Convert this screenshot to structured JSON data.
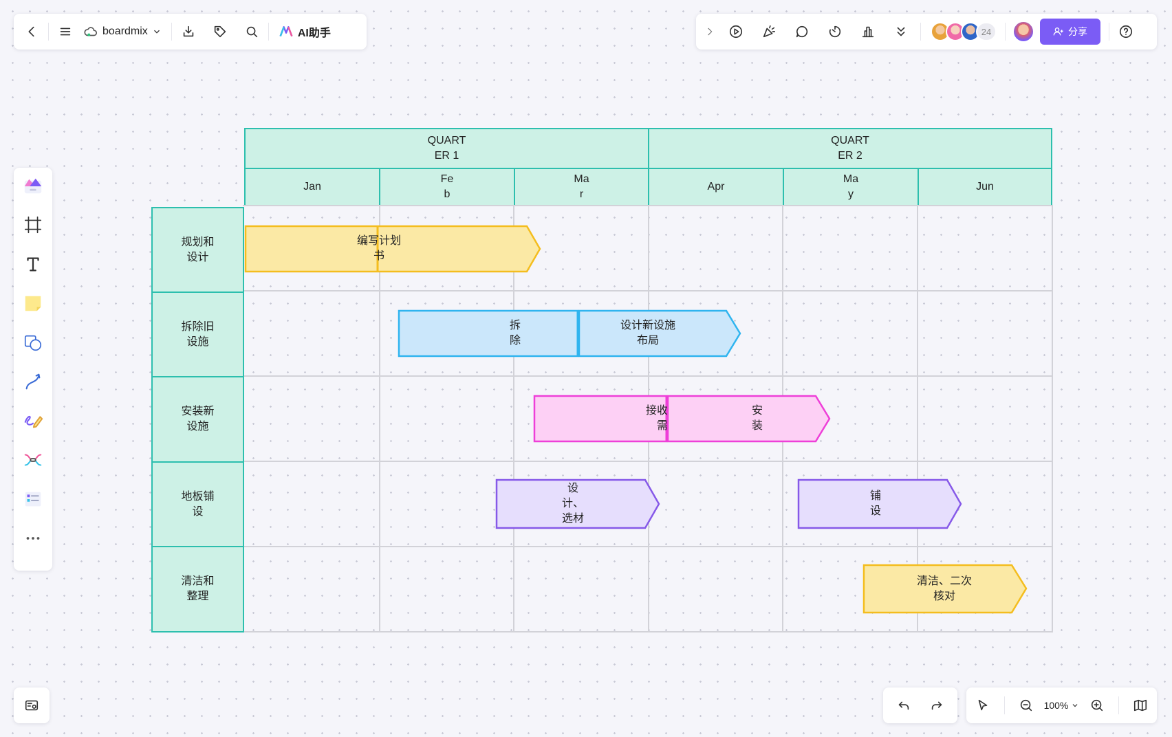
{
  "topbar": {
    "app_name": "boardmix",
    "ai_label": "AI助手"
  },
  "topright": {
    "avatar_count": "24",
    "share_label": "分享"
  },
  "bottombar": {
    "zoom": "100%"
  },
  "gantt": {
    "quarters": [
      "QUARTER 1",
      "QUARTER 2"
    ],
    "months": [
      "Jan",
      "Feb",
      "Mar",
      "Apr",
      "May",
      "Jun"
    ],
    "rows": [
      "规划和设计",
      "拆除旧设施",
      "安装新设施",
      "地板铺设",
      "清洁和整理"
    ],
    "tasks": [
      {
        "label": "编写计划书",
        "color": "#fbe9a5",
        "border": "#f4bd1e"
      },
      {
        "label": "拆除",
        "color": "#cbe7fb",
        "border": "#2fb4ef"
      },
      {
        "label": "设计新设施布局",
        "color": "#cbe7fb",
        "border": "#2fb4ef"
      },
      {
        "label": "接收客户需求",
        "color": "#fdd0f5",
        "border": "#ee3fd8"
      },
      {
        "label": "安装",
        "color": "#fdd0f5",
        "border": "#ee3fd8"
      },
      {
        "label": "设计、选材",
        "color": "#e6defd",
        "border": "#8659e8"
      },
      {
        "label": "铺设",
        "color": "#e6defd",
        "border": "#8659e8"
      },
      {
        "label": "清洁、二次核对",
        "color": "#fbe9a5",
        "border": "#f4bd1e"
      }
    ]
  }
}
